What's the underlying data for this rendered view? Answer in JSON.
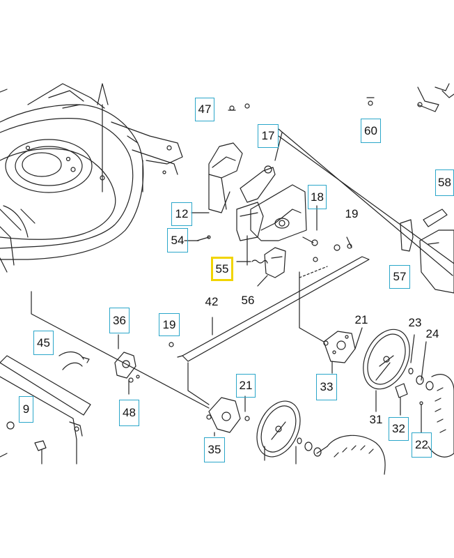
{
  "colors": {
    "callout_border": "#2aa6c9",
    "highlight_border": "#f1d400",
    "line_art": "#222222",
    "background": "#ffffff"
  },
  "highlighted_part": "55",
  "parts": [
    {
      "id": "p47",
      "label": "47",
      "style": "boxed"
    },
    {
      "id": "p60",
      "label": "60",
      "style": "boxed"
    },
    {
      "id": "p17",
      "label": "17",
      "style": "boxed"
    },
    {
      "id": "p58",
      "label": "58",
      "style": "boxed"
    },
    {
      "id": "p12",
      "label": "12",
      "style": "boxed"
    },
    {
      "id": "p18",
      "label": "18",
      "style": "boxed"
    },
    {
      "id": "p19a",
      "label": "19",
      "style": "plain"
    },
    {
      "id": "p54",
      "label": "54",
      "style": "boxed"
    },
    {
      "id": "p55",
      "label": "55",
      "style": "highlight"
    },
    {
      "id": "p57",
      "label": "57",
      "style": "boxed"
    },
    {
      "id": "p56",
      "label": "56",
      "style": "plain"
    },
    {
      "id": "p42",
      "label": "42",
      "style": "plain"
    },
    {
      "id": "p36",
      "label": "36",
      "style": "boxed"
    },
    {
      "id": "p19b",
      "label": "19",
      "style": "boxed"
    },
    {
      "id": "p21a",
      "label": "21",
      "style": "plain"
    },
    {
      "id": "p23",
      "label": "23",
      "style": "plain"
    },
    {
      "id": "p24",
      "label": "24",
      "style": "plain"
    },
    {
      "id": "p45",
      "label": "45",
      "style": "boxed"
    },
    {
      "id": "p33",
      "label": "33",
      "style": "boxed"
    },
    {
      "id": "p21b",
      "label": "21",
      "style": "boxed"
    },
    {
      "id": "p9",
      "label": "9",
      "style": "boxed"
    },
    {
      "id": "p48",
      "label": "48",
      "style": "boxed"
    },
    {
      "id": "p31",
      "label": "31",
      "style": "plain"
    },
    {
      "id": "p32",
      "label": "32",
      "style": "boxed"
    },
    {
      "id": "p22",
      "label": "22",
      "style": "boxed"
    },
    {
      "id": "p35",
      "label": "35",
      "style": "boxed"
    }
  ]
}
